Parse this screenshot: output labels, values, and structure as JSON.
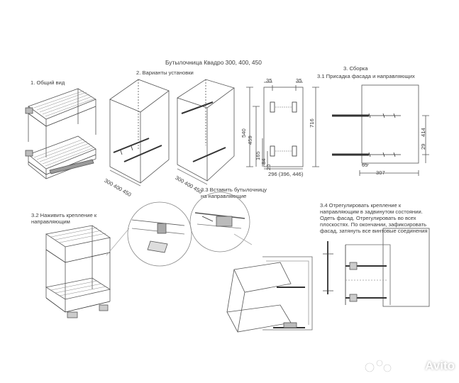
{
  "title": "Бутылочница Квадро 300, 400, 450",
  "sections": {
    "s1": "1. Общий вид",
    "s2": "2. Варианты установки",
    "s3": "3. Сборка",
    "s31": "3.1 Присадка фасада и направляющих",
    "s32": "3.2 Наживить крепление к направляющим",
    "s33": "3.3 Вставить бутылочницу на направляющие",
    "s34": "3.4 Отрегулировать крепление к направляющим в задвинутом состоянии. Одеть фасад. Отрегулировать во всех плоскостях. По окончании, зафиксировать фасад, затянуть все винтовые соединения"
  },
  "variants_label_1": "300 400 450",
  "variants_label_2": "300 400 450",
  "dimensions": {
    "d35a": "35",
    "d35b": "35",
    "d540": "540",
    "d459": "459",
    "d716": "716",
    "d165": "165",
    "d84": "84",
    "d20": "20",
    "d296": "296 (396, 446)",
    "d414": "414",
    "d29": "29",
    "d65": "65",
    "d307": "307"
  },
  "watermark": "Avito"
}
